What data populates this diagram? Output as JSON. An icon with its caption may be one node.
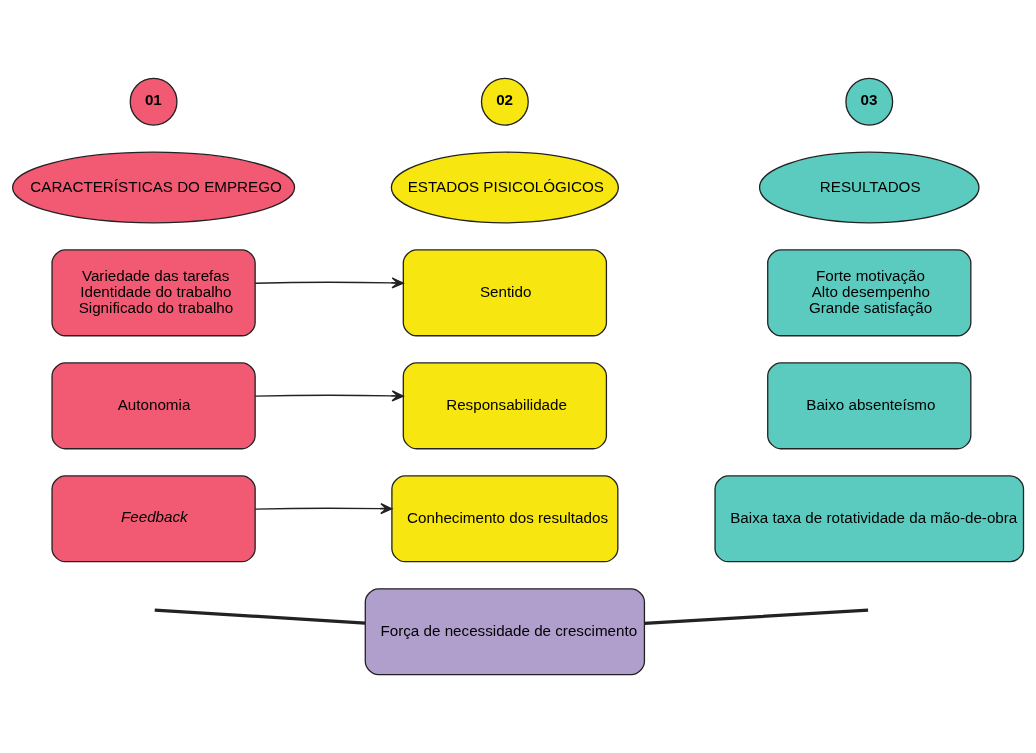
{
  "diagram": {
    "nodes": [
      {
        "text": [
          "01"
        ]
      },
      {
        "text": [
          "CARACTERÍSTICAS DO EMPREGO"
        ]
      },
      {
        "text": [
          "02"
        ]
      },
      {
        "text": [
          "ESTADOS PISICOLÓGICOS"
        ]
      },
      {
        "text": [
          "03"
        ]
      },
      {
        "text": [
          "RESULTADOS"
        ]
      },
      {
        "text": [
          "Variedade das tarefas",
          "Identidade do trabalho",
          "Significado do trabalho"
        ]
      },
      {
        "text": [
          "Sentido"
        ]
      },
      {
        "text": [
          "Forte motivação",
          "Alto desempenho",
          "Grande satisfação"
        ]
      },
      {
        "text": [
          "Autonomia"
        ]
      },
      {
        "text": [
          "Responsabilidade"
        ]
      },
      {
        "text": [
          "Baixo absenteísmo"
        ]
      },
      {
        "text": [
          "Feedback"
        ]
      },
      {
        "text": [
          "Conhecimento dos resultados"
        ]
      },
      {
        "text": [
          "Baixa taxa de rotatividade da mão-de-obra"
        ]
      },
      {
        "text": [
          "Força de necessidade de crescimento"
        ]
      }
    ],
    "edges": [
      {
        "from": 6,
        "to": 7,
        "arrow": "to"
      },
      {
        "from": 9,
        "to": 10,
        "arrow": "to"
      },
      {
        "from": 12,
        "to": 13,
        "arrow": "to"
      },
      {
        "from": null,
        "to": 15,
        "arrow": "none",
        "style": "thick"
      },
      {
        "from": 15,
        "to": null,
        "arrow": "none",
        "style": "thick"
      }
    ]
  }
}
